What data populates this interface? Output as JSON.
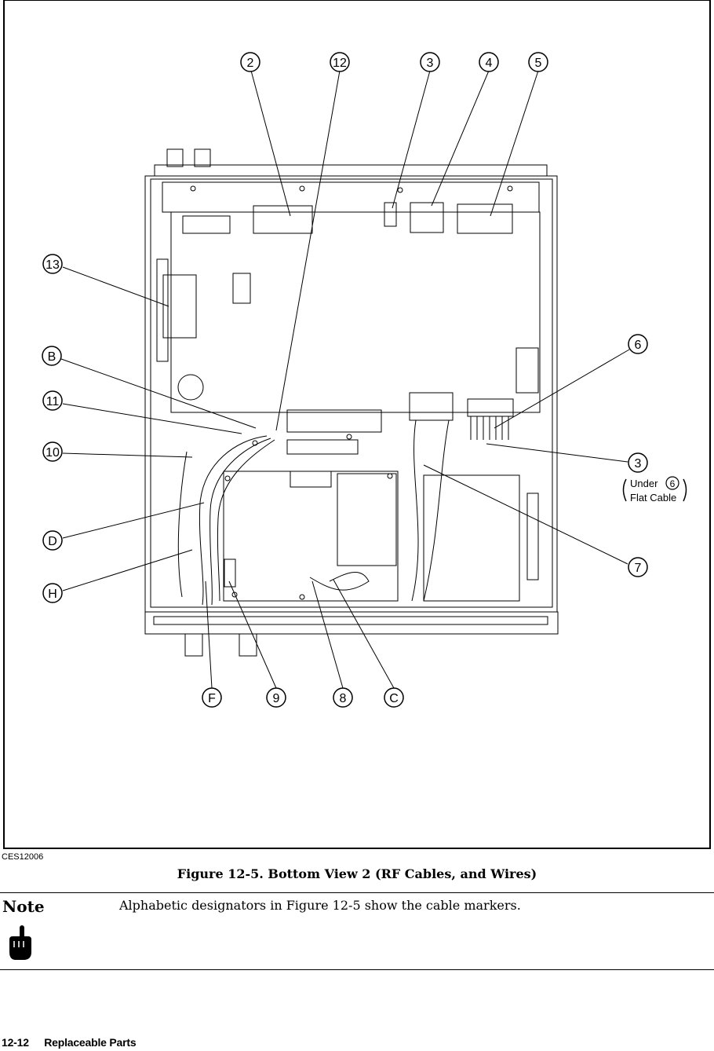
{
  "figure": {
    "code": "CES12006",
    "caption": "Figure 12-5. Bottom View 2 (RF Cables, and Wires)",
    "callouts": {
      "c2": "2",
      "c12": "12",
      "c3": "3",
      "c4": "4",
      "c5": "5",
      "c13": "13",
      "cB": "B",
      "c11": "11",
      "c10": "10",
      "cD": "D",
      "cH": "H",
      "c6": "6",
      "c3b": "3",
      "c7": "7",
      "cF": "F",
      "c9": "9",
      "c8": "8",
      "cC": "C"
    },
    "under_label_1": "Under",
    "under_label_num": "6",
    "under_label_2": "Flat Cable"
  },
  "note": {
    "title": "Note",
    "text": "Alphabetic designators in Figure 12-5 show the cable markers.",
    "icon": "pointing-hand-icon"
  },
  "footer": {
    "page_number": "12-12",
    "section": "Replaceable Parts"
  }
}
